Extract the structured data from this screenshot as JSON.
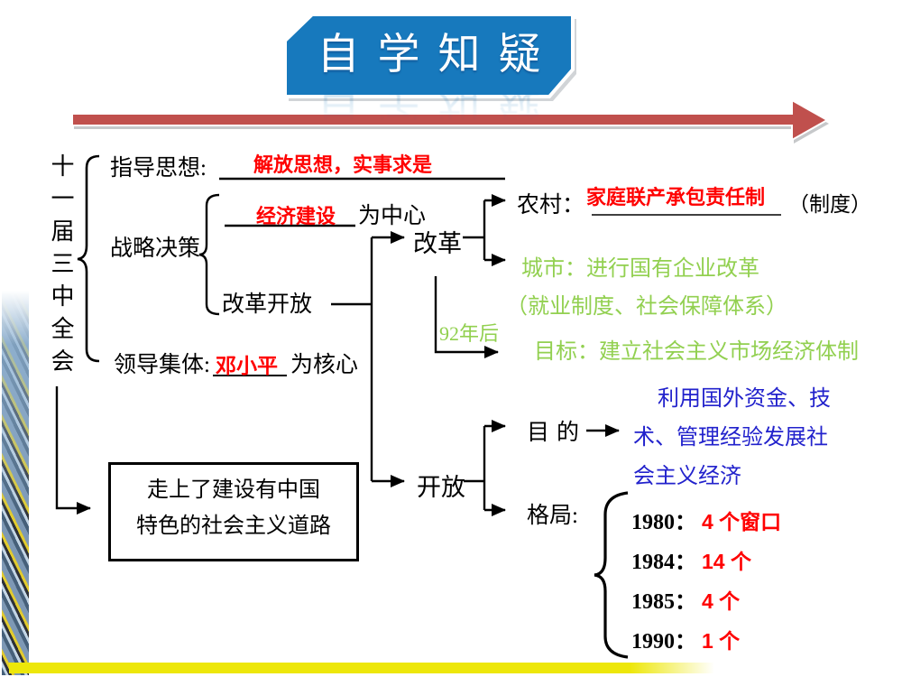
{
  "slide": {
    "title": "自学知疑"
  },
  "colors": {
    "banner_blue": "#1779BD",
    "arrow_red": "#C0504D",
    "highlight_red": "#FF0000",
    "green": "#92D050",
    "blue_text": "#2222CC",
    "yellow_bar": "#EDE70A"
  },
  "outline": {
    "root": "十一届三中全会",
    "guiding": {
      "label": "指导思想:",
      "value": "解放思想，实事求是"
    },
    "strategy": {
      "label": "战略决策",
      "economy": {
        "value": "经济建设",
        "suffix": "为中心"
      },
      "reform_opening": "改革开放"
    },
    "leadership": {
      "label": "领导集体:",
      "value": "邓小平",
      "suffix": "为核心"
    },
    "reform": {
      "label": "改革",
      "rural": {
        "label": "农村：",
        "value": "家庭联产承包责任制",
        "suffix": "（制度）"
      },
      "urban": {
        "line1": "城市：进行国有企业改革",
        "line2": "（就业制度、社会保障体系）"
      },
      "after92": {
        "label": "92年后",
        "goal": "目标：建立社会主义市场经济体制"
      }
    },
    "opening": {
      "label": "开放",
      "purpose": {
        "label": "目的",
        "lines": [
          "利用国外资金、技",
          "术、管理经验发展社",
          "会主义经济"
        ]
      },
      "pattern": {
        "label": "格局:",
        "items": [
          {
            "year": "1980：",
            "value": "4 个窗口"
          },
          {
            "year": "1984：",
            "value": "14 个"
          },
          {
            "year": "1985：",
            "value": "4 个"
          },
          {
            "year": "1990：",
            "value": "1 个"
          }
        ]
      }
    },
    "conclusion": {
      "line1": "走上了建设有中国",
      "line2": "特色的社会主义道路"
    }
  }
}
